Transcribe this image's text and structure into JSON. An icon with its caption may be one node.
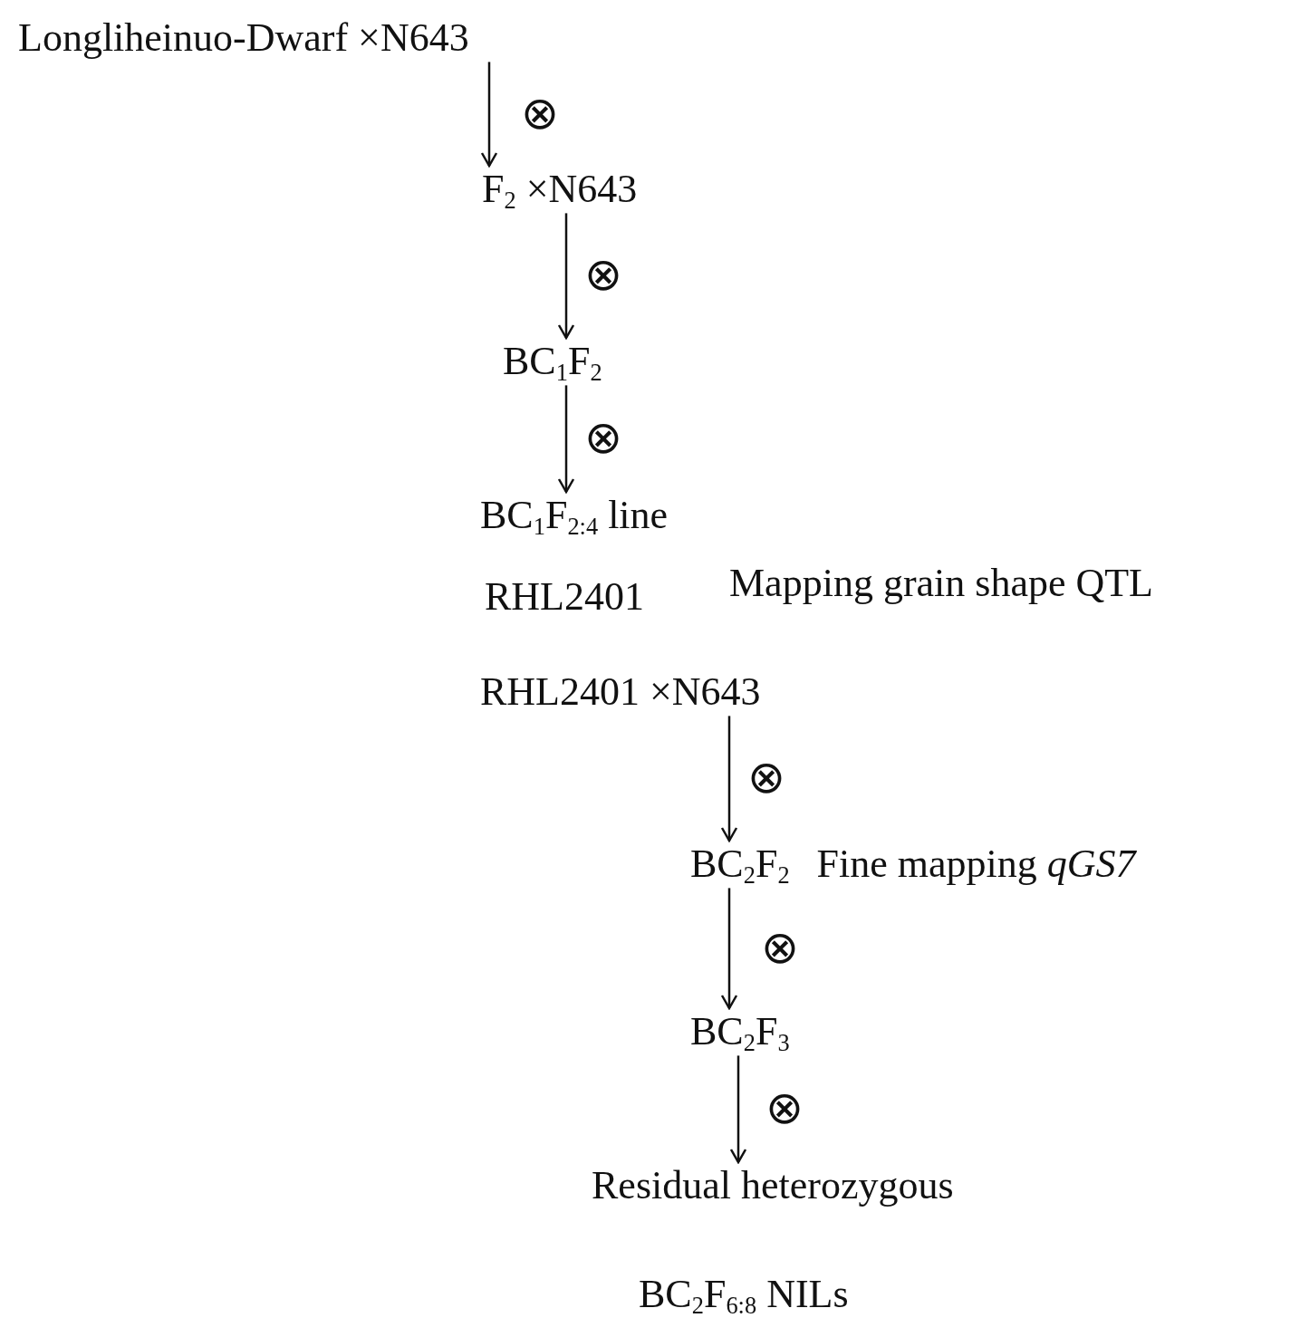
{
  "diagram": {
    "nodes": [
      {
        "text": [
          "Longliheinuo-Dwarf ×N643"
        ]
      },
      {
        "text": [
          "F$_{2}$ ×N643"
        ]
      },
      {
        "text": [
          "BC$_{1}$F$_{2}$"
        ]
      },
      {
        "text": [
          "BC$_{1}$F$_{2:4}$ line"
        ]
      },
      {
        "text": [
          "RHL2401 ×N643"
        ]
      },
      {
        "text": [
          "BC$_{2}$F$_{2}$"
        ],
        "beside": [
          "Fine mapping *qGS7*"
        ]
      },
      {
        "text": [
          "BC$_{2}$F$_{3}$"
        ]
      },
      {
        "text": [
          "Residual heterozygous"
        ]
      }
    ],
    "edges": [
      {
        "from": 0,
        "to": 1,
        "arrow": "to",
        "label": "⊗"
      },
      {
        "from": 1,
        "to": 2,
        "arrow": "to",
        "label": "⊗"
      },
      {
        "from": 2,
        "to": 3,
        "arrow": "to",
        "label": "⊗"
      },
      {
        "from": 4,
        "to": 5,
        "arrow": "to",
        "label": "⊗"
      },
      {
        "from": 5,
        "to": 6,
        "arrow": "to",
        "label": "⊗"
      },
      {
        "from": 6,
        "to": 7,
        "arrow": "to",
        "label": "⊗"
      }
    ],
    "labels": [
      "RHL2401",
      "Mapping grain shape QTL",
      "BC$_{2}$F$_{6:8}$ NILs"
    ]
  }
}
